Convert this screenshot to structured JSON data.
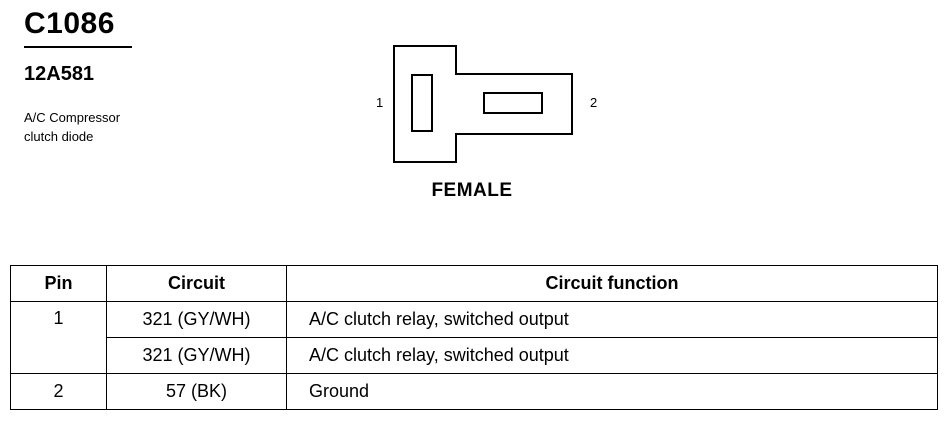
{
  "header": {
    "connector_id": "C1086",
    "part_number": "12A581",
    "description_line1": "A/C Compressor",
    "description_line2": "clutch diode"
  },
  "diagram": {
    "pin1_label": "1",
    "pin2_label": "2",
    "gender_label": "FEMALE"
  },
  "table": {
    "headers": [
      "Pin",
      "Circuit",
      "Circuit function"
    ],
    "rows": [
      {
        "pin": "1",
        "circuit": "321 (GY/WH)",
        "function": "A/C clutch relay, switched output"
      },
      {
        "pin": "",
        "circuit": "321 (GY/WH)",
        "function": "A/C clutch relay, switched output"
      },
      {
        "pin": "2",
        "circuit": "57 (BK)",
        "function": "Ground"
      }
    ]
  }
}
